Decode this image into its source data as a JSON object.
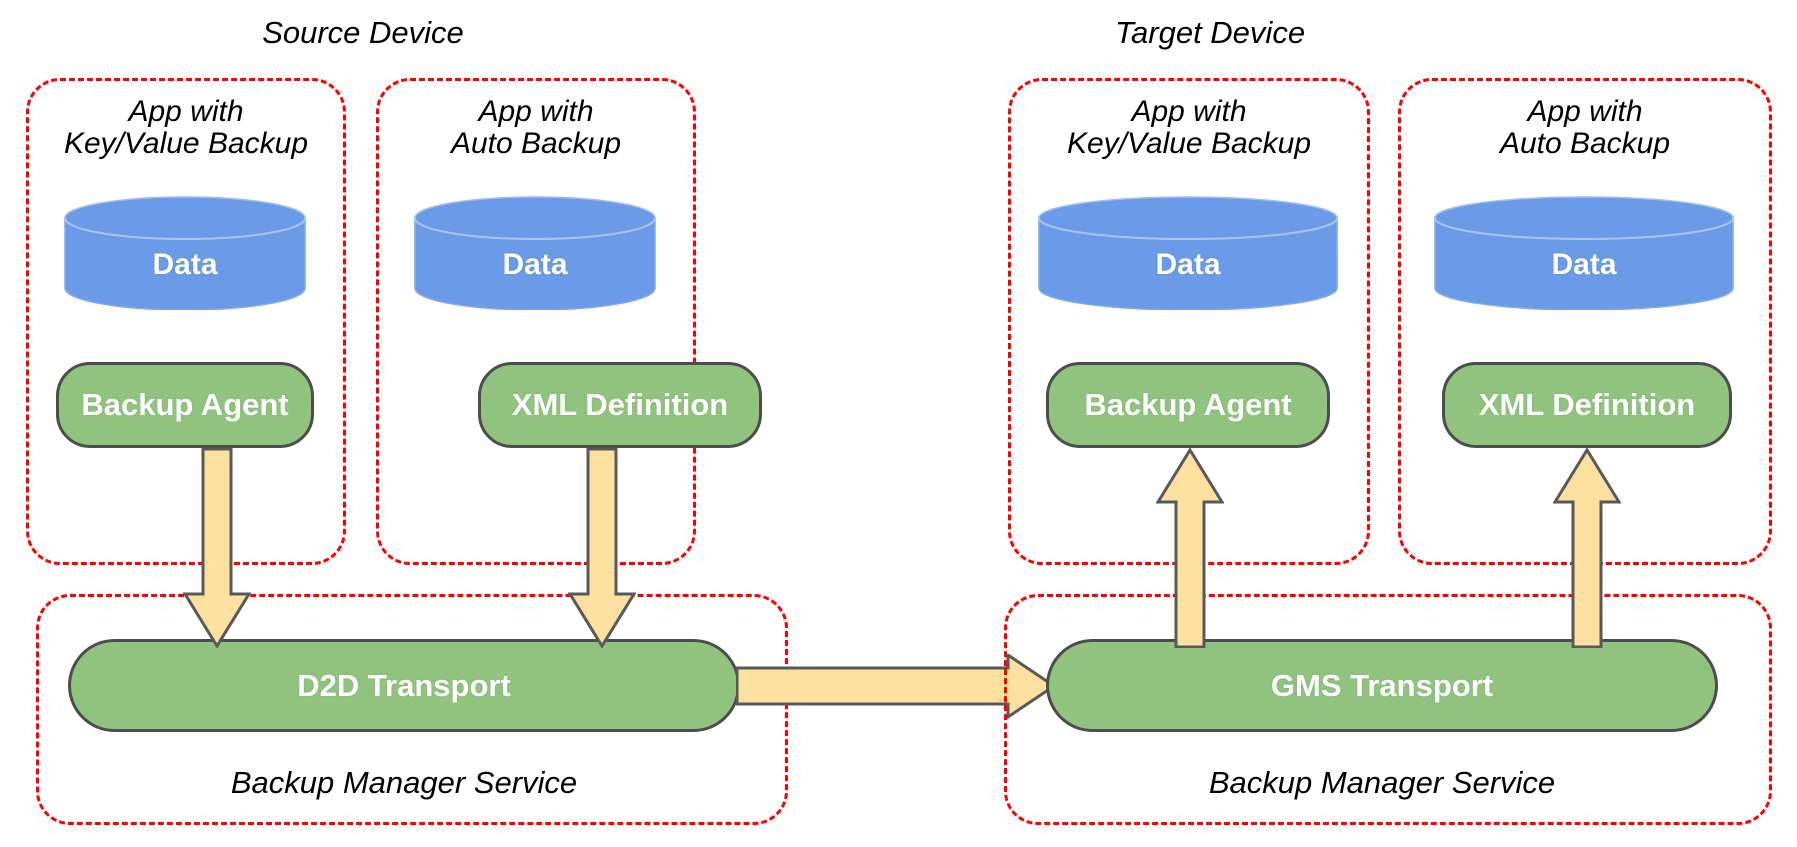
{
  "diagram": {
    "title_source": "Source Device",
    "title_target": "Target Device",
    "colors": {
      "dashed_border": "#ff0000",
      "cylinder_fill": "#6b9be8",
      "pill_fill": "#90c47e",
      "pill_border": "#4d4d4d",
      "arrow_fill": "#fce0a0",
      "arrow_border": "#595959",
      "text_dark": "#000000",
      "text_light": "#ffffff",
      "background": "#ffffff"
    },
    "devices": [
      {
        "name": "source",
        "title": "Source Device",
        "apps": [
          {
            "caption_line1": "App with",
            "caption_line2": "Key/Value Backup",
            "data_label": "Data",
            "component_label": "Backup Agent"
          },
          {
            "caption_line1": "App with",
            "caption_line2": "Auto Backup",
            "data_label": "Data",
            "component_label": "XML Definition"
          }
        ],
        "service": {
          "transport_label": "D2D Transport",
          "service_caption": "Backup Manager Service"
        }
      },
      {
        "name": "target",
        "title": "Target Device",
        "apps": [
          {
            "caption_line1": "App with",
            "caption_line2": "Key/Value Backup",
            "data_label": "Data",
            "component_label": "Backup Agent"
          },
          {
            "caption_line1": "App with",
            "caption_line2": "Auto Backup",
            "data_label": "Data",
            "component_label": "XML Definition"
          }
        ],
        "service": {
          "transport_label": "GMS Transport",
          "service_caption": "Backup Manager Service"
        }
      }
    ],
    "arrows": [
      {
        "name": "source-kv-down-arrow",
        "direction": "down",
        "from": "Backup Agent",
        "to": "D2D Transport"
      },
      {
        "name": "source-auto-down-arrow",
        "direction": "down",
        "from": "XML Definition",
        "to": "D2D Transport"
      },
      {
        "name": "transport-right-arrow",
        "direction": "right",
        "from": "D2D Transport",
        "to": "GMS Transport"
      },
      {
        "name": "target-kv-up-arrow",
        "direction": "up",
        "from": "GMS Transport",
        "to": "Backup Agent"
      },
      {
        "name": "target-auto-up-arrow",
        "direction": "up",
        "from": "GMS Transport",
        "to": "XML Definition"
      }
    ]
  }
}
